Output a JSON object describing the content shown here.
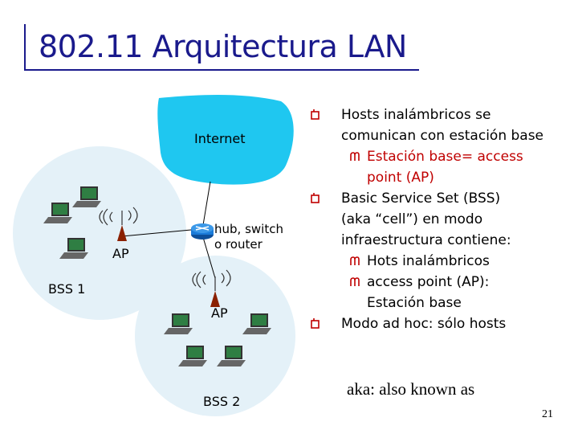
{
  "title": "802.11 Arquitectura LAN",
  "diagram": {
    "internet_label": "Internet",
    "hub_label_line1": "hub, switch",
    "hub_label_line2": "o router",
    "ap1_label": "AP",
    "ap2_label": "AP",
    "bss1_label": "BSS 1",
    "bss2_label": "BSS 2",
    "cloud_color": "#1fc7f0",
    "bss_color": "#e4f1f8",
    "router_color": "#1a7ad8",
    "ap_color": "#8a2000"
  },
  "bullets": [
    {
      "level": 1,
      "lines": [
        "Hosts inalámbricos se",
        "comunican con estación base"
      ]
    },
    {
      "level": 2,
      "color": "red",
      "lines": [
        "Estación base= access",
        "point (AP)"
      ]
    },
    {
      "level": 1,
      "lines": [
        "Basic Service Set (BSS)",
        "(aka “cell”) en modo",
        "infraestructura contiene:"
      ]
    },
    {
      "level": 2,
      "color": "black",
      "lines": [
        "Hots inalámbricos"
      ]
    },
    {
      "level": 2,
      "color": "black",
      "lines": [
        "access point (AP):",
        "Estación base"
      ]
    },
    {
      "level": 1,
      "lines": [
        "Modo ad hoc: sólo hosts"
      ]
    }
  ],
  "footnote": "aka: also known as",
  "page_number": "21"
}
